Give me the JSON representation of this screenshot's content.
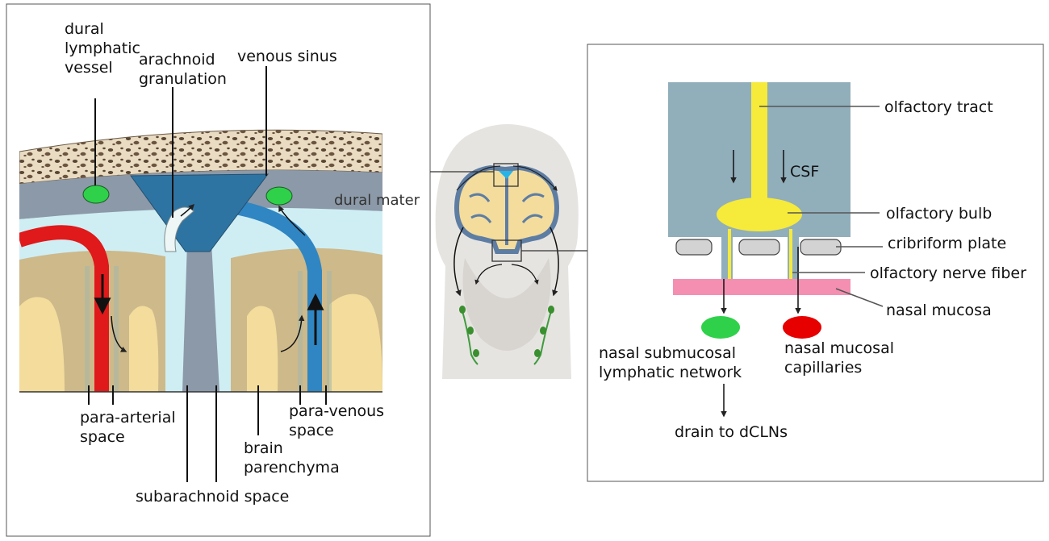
{
  "left_panel": {
    "labels": {
      "dural_lymphatic_vessel": [
        "dural",
        "lymphatic",
        "vessel"
      ],
      "arachnoid_granulation": [
        "arachnoid",
        "granulation"
      ],
      "venous_sinus": "venous sinus",
      "dural_mater": "dural mater",
      "para_arterial_space": [
        "para-arterial",
        "space"
      ],
      "para_venous_space": [
        "para-venous",
        "space"
      ],
      "brain_parenchyma": [
        "brain",
        "parenchyma"
      ],
      "subarachnoid_space": "subarachnoid space"
    }
  },
  "right_panel": {
    "labels": {
      "olfactory_tract": "olfactory tract",
      "csf": "CSF",
      "olfactory_bulb": "olfactory bulb",
      "cribriform_plate": "cribriform plate",
      "olfactory_nerve_fiber": "olfactory nerve fiber",
      "nasal_mucosa": "nasal mucosa",
      "nasal_submucosal_lymphatic_network": [
        "nasal submucosal",
        "lymphatic network"
      ],
      "nasal_mucosal_capillaries": [
        "nasal mucosal",
        "capillaries"
      ],
      "drain_to_dclns": "drain to dCLNs"
    }
  },
  "colors": {
    "artery": "#e0191b",
    "vein": "#2f86c2",
    "venous_sinus": "#2e74a3",
    "dura": "#8c99a8",
    "subarachnoid": "#cfeef4",
    "brain_outer": "#cdb98a",
    "brain_inner": "#f3dc9c",
    "bone": "#e9dcc2",
    "lymph_green": "#2fd14a",
    "capillary_red": "#e60000",
    "csf_block": "#91aebb",
    "olfactory_yellow": "#f6ea3a",
    "mucosa_pink": "#f48fb1",
    "plate_gray": "#d3d3d3"
  }
}
